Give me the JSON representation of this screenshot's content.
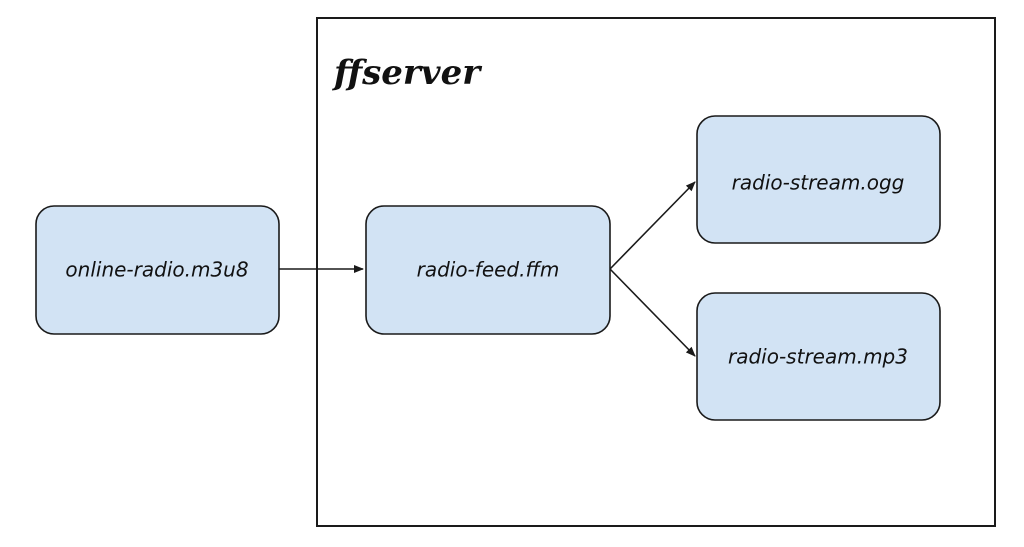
{
  "group": {
    "title": "ffserver"
  },
  "nodes": {
    "source": {
      "label": "online-radio.m3u8"
    },
    "feed": {
      "label": "radio-feed.ffm"
    },
    "stream_ogg": {
      "label": "radio-stream.ogg"
    },
    "stream_mp3": {
      "label": "radio-stream.mp3"
    }
  },
  "colors": {
    "node_fill": "#d2e3f4",
    "stroke": "#1a1a1a"
  },
  "edges": [
    {
      "from": "source",
      "to": "feed"
    },
    {
      "from": "feed",
      "to": "stream_ogg"
    },
    {
      "from": "feed",
      "to": "stream_mp3"
    }
  ]
}
